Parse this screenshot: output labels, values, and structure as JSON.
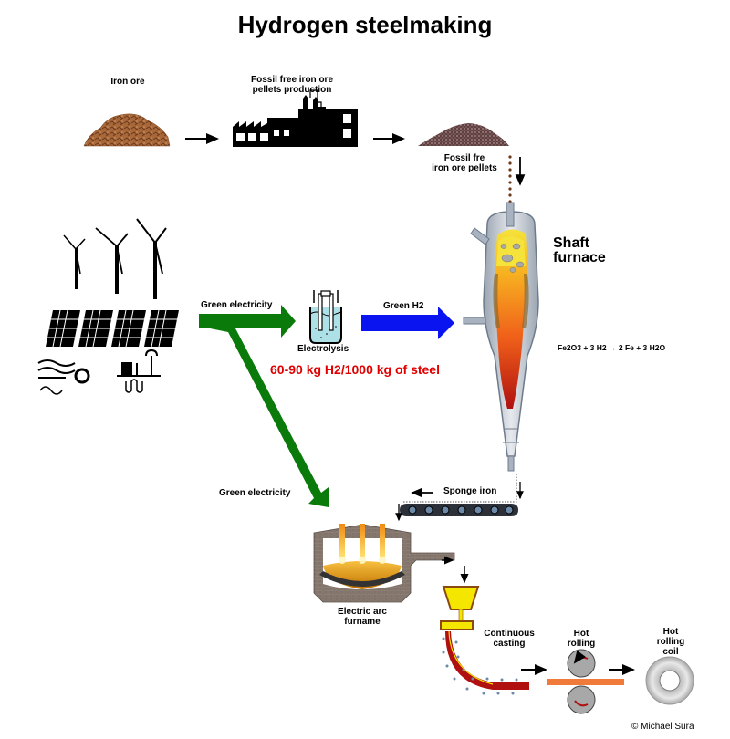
{
  "title": "Hydrogen steelmaking",
  "labels": {
    "iron_ore": "Iron ore",
    "pellet_production_line1": "Fossil free iron ore",
    "pellet_production_line2": "pellets production",
    "pellets_line1": "Fossil fre",
    "pellets_line2": "iron ore pellets",
    "shaft_furnace_line1": "Shaft",
    "shaft_furnace_line2": "furnace",
    "reaction": "Fe2O3 + 3 H2 → 2 Fe + 3 H2O",
    "green_electricity_top": "Green electricity",
    "green_electricity_bottom": "Green electricity",
    "electrolysis": "Electrolysis",
    "green_h2": "Green H2",
    "h2_requirement": "60-90 kg H2/1000 kg of steel",
    "sponge_iron": "Sponge iron",
    "eaf_line1": "Electric arc",
    "eaf_line2": "furname",
    "casting_line1": "Continuous",
    "casting_line2": "casting",
    "hot_rolling_line1": "Hot",
    "hot_rolling_line2": "rolling",
    "coil_line1": "Hot",
    "coil_line2": "rolling",
    "coil_line3": "coil",
    "copyright": "© Michael Sura"
  },
  "colors": {
    "green_arrow": "#0a7a0a",
    "blue_arrow": "#0a14f0",
    "h2_text": "#e00000",
    "ore": "#a0602e",
    "pellets": "#6a4a4a",
    "slab": "#b01010",
    "strip": "#f07a3a",
    "ladle": "#f5e600",
    "brick": "#8a7a70"
  },
  "renewable_sources": [
    "wind-turbines",
    "solar-panels",
    "hydro-power",
    "geothermal"
  ]
}
